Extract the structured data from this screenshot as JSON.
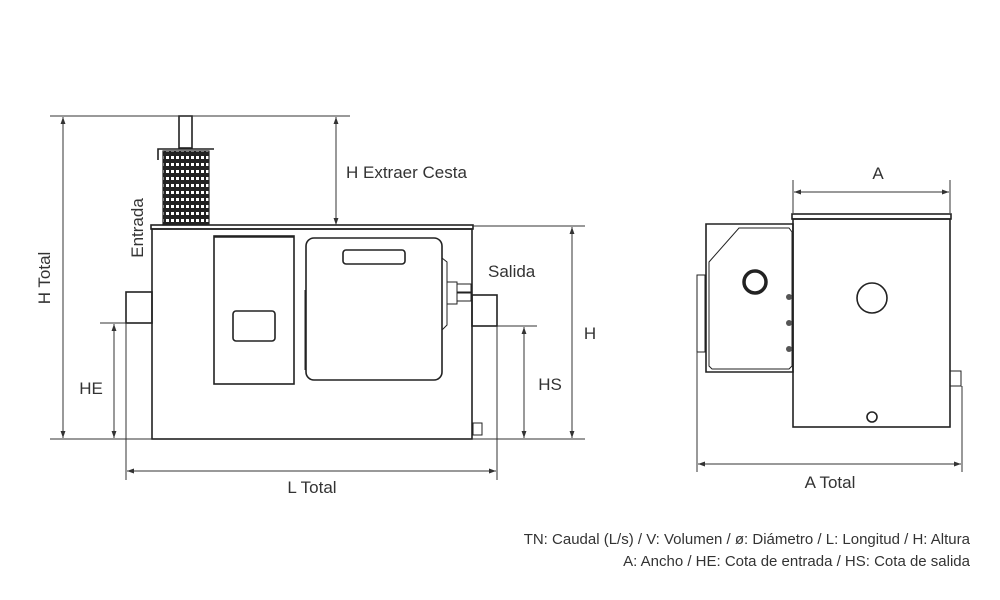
{
  "labels": {
    "h_total": "H Total",
    "entrada": "Entrada",
    "he": "HE",
    "h_extraer_cesta": "H Extraer Cesta",
    "salida": "Salida",
    "h": "H",
    "hs": "HS",
    "l_total": "L Total",
    "a": "A",
    "a_total": "A Total"
  },
  "legend": {
    "line1": "TN: Caudal (L/s) / V: Volumen / ø: Diámetro / L: Longitud / H: Altura",
    "line2": "A: Ancho / HE: Cota de entrada / HS: Cota de salida"
  },
  "colors": {
    "line": "#222222",
    "text": "#333333"
  }
}
